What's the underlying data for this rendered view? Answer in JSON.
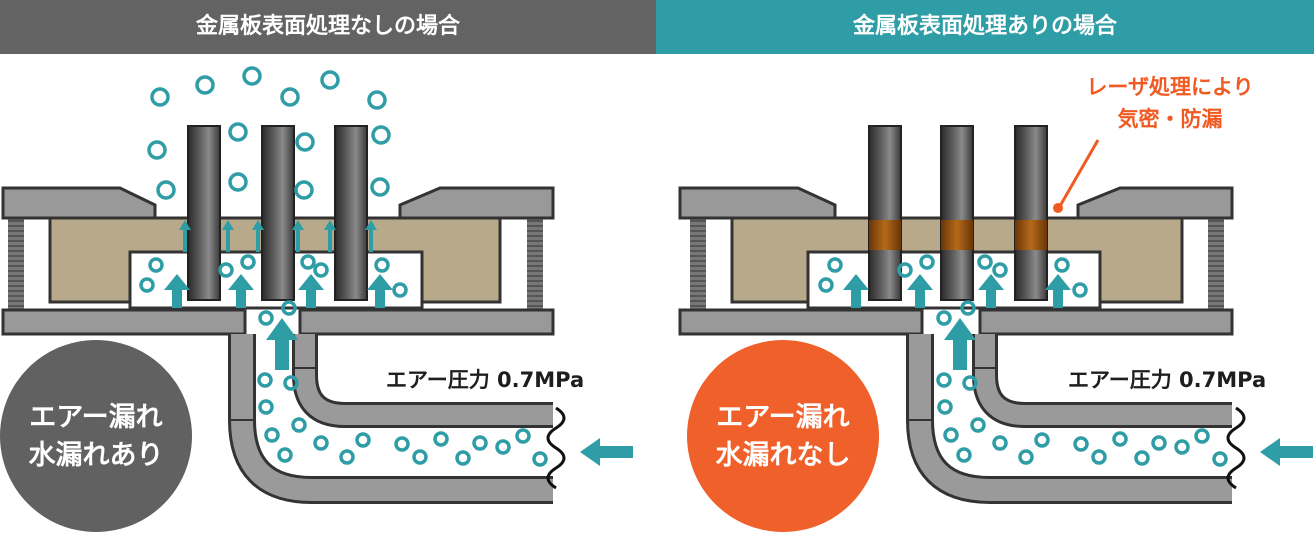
{
  "panels": {
    "left": {
      "header": "金属板表面処理なしの場合",
      "pressure_label": "エアー圧力 0.7MPa",
      "result_line1": "エアー漏れ",
      "result_line2": "水漏れあり",
      "result_color": "#616161"
    },
    "right": {
      "header": "金属板表面処理ありの場合",
      "pressure_label": "エアー圧力 0.7MPa",
      "result_line1": "エアー漏れ",
      "result_line2": "水漏れなし",
      "result_color": "#f0602a",
      "annotation_line1": "レーザ処理により",
      "annotation_line2": "気密・防漏"
    }
  },
  "colors": {
    "bubble": "#2f9da5",
    "arrow": "#2f9da5",
    "body_block": "#b8a98a",
    "frame": "#999999",
    "laser_zone": "#8a4a10",
    "annotation": "#f15a22"
  }
}
